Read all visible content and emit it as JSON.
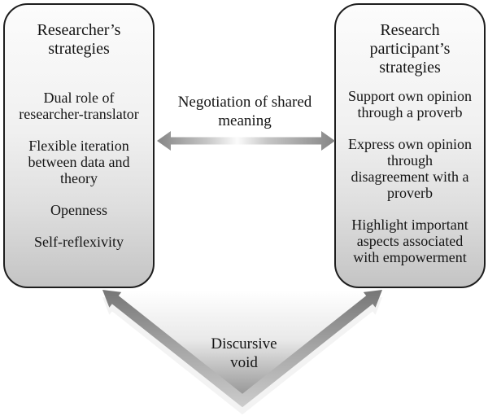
{
  "colors": {
    "background": "#ffffff",
    "text": "#151515",
    "box_border": "#1e1e1e",
    "box_fill_top": "#fbfbfb",
    "box_fill_bottom": "#c4c4c4",
    "arrow_dark_gray": "#7a7a7a",
    "arrow_highlight": "#fbfbfb",
    "bevel_light": "#f3f3f3"
  },
  "left_box": {
    "title_lines": [
      "Researcher’s",
      "strategies"
    ],
    "items": [
      [
        "Dual role of",
        "researcher-translator"
      ],
      [
        "Flexible iteration",
        "between data and",
        "theory"
      ],
      [
        "Openness"
      ],
      [
        "Self-reflexivity"
      ]
    ]
  },
  "right_box": {
    "title_lines": [
      "Research",
      "participant’s",
      "strategies"
    ],
    "items": [
      [
        "Support own opinion",
        "through a proverb"
      ],
      [
        "Express own opinion",
        "through",
        "disagreement with a",
        "proverb"
      ],
      [
        "Highlight important",
        "aspects associated",
        "with empowerment"
      ]
    ]
  },
  "horizontal_arrow": {
    "label_lines": [
      "Negotiation of shared",
      "meaning"
    ]
  },
  "bottom_arrow": {
    "label_lines": [
      "Discursive",
      "void"
    ]
  }
}
